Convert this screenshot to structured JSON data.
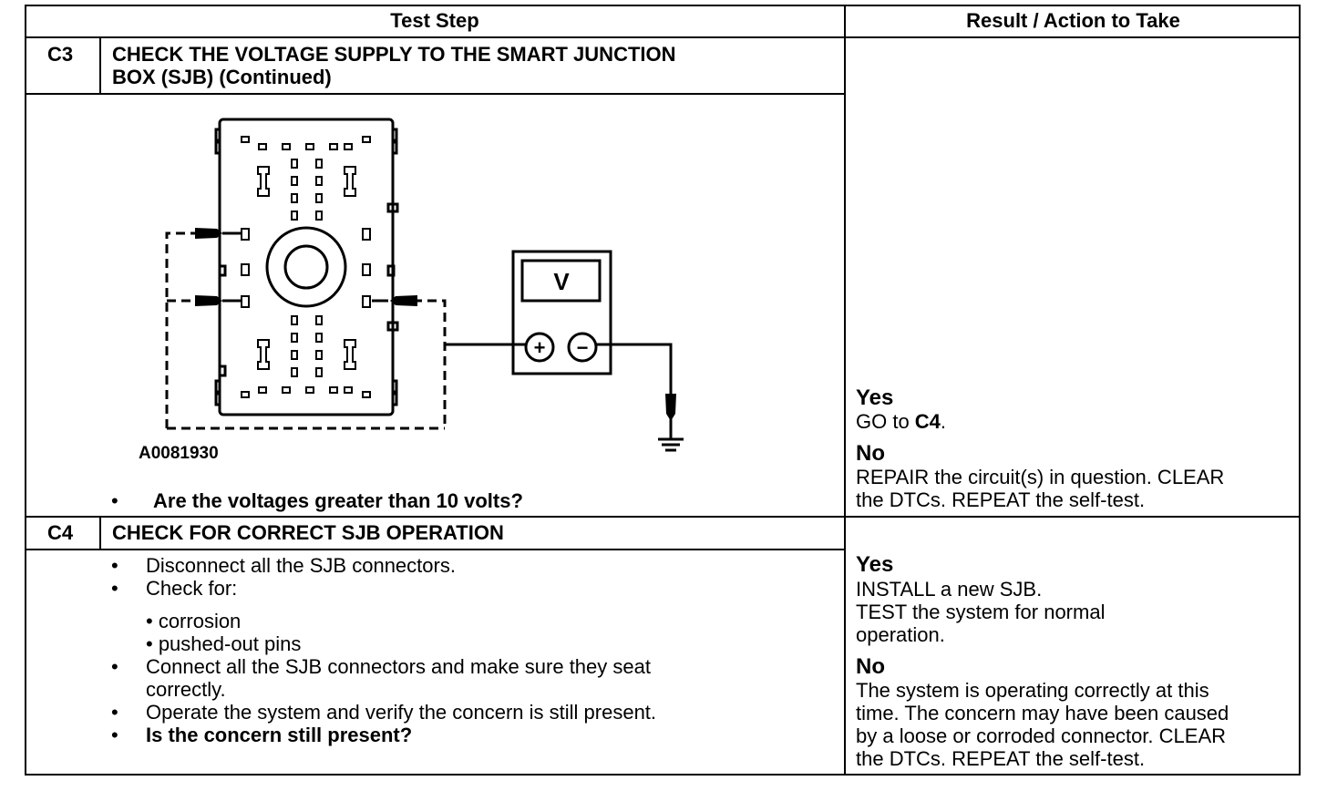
{
  "header": {
    "test_step": "Test Step",
    "result_action": "Result / Action to Take"
  },
  "c3": {
    "id": "C3",
    "title_line1": "CHECK THE VOLTAGE SUPPLY TO THE SMART JUNCTION",
    "title_line2": "BOX (SJB) (Continued)",
    "figure_id": "A0081930",
    "meter_symbol": "V",
    "plus_symbol": "+",
    "minus_symbol": "−",
    "bullet": "•",
    "question": "Are the voltages greater than 10 volts?",
    "yes_label": "Yes",
    "yes_text_prefix": "GO to ",
    "yes_text_bold": "C4",
    "yes_text_suffix": ".",
    "no_label": "No",
    "no_line1": "REPAIR the circuit(s) in question. CLEAR",
    "no_line2": "the DTCs. REPEAT the self-test."
  },
  "c4": {
    "id": "C4",
    "title": "CHECK FOR CORRECT SJB OPERATION",
    "steps": [
      "Disconnect all the SJB connectors.",
      "Check for:",
      "Connect all the SJB connectors and make sure they seat",
      "correctly.",
      "Operate the system and verify the concern is still present.",
      "Is the concern still present?"
    ],
    "sub_items": [
      "• corrosion",
      "• pushed-out pins"
    ],
    "yes_label": "Yes",
    "yes_lines": [
      "INSTALL a new SJB.",
      "TEST the system for normal",
      "operation."
    ],
    "no_label": "No",
    "no_lines": [
      "The system is operating correctly at this",
      "time. The concern may have been caused",
      "by a loose or corroded connector. CLEAR",
      "the DTCs. REPEAT the self-test."
    ]
  }
}
